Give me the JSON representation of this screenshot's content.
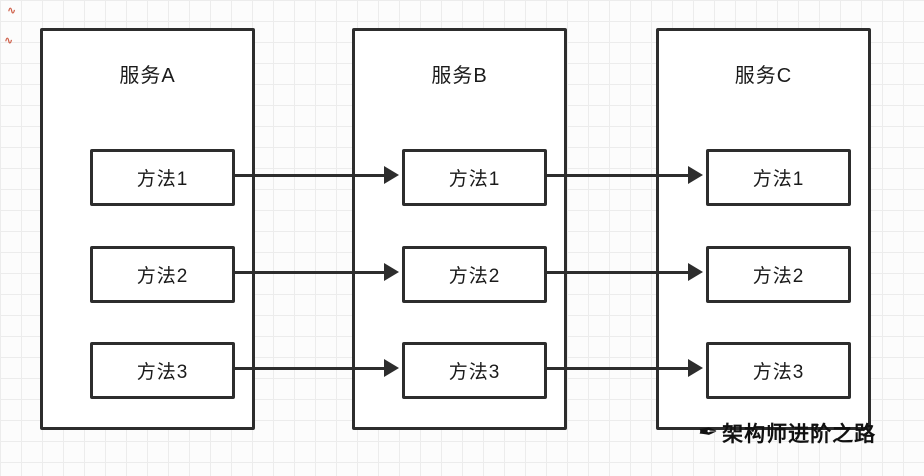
{
  "diagram": {
    "services": [
      {
        "name": "服务A",
        "methods": [
          "方法1",
          "方法2",
          "方法3"
        ]
      },
      {
        "name": "服务B",
        "methods": [
          "方法1",
          "方法2",
          "方法3"
        ]
      },
      {
        "name": "服务C",
        "methods": [
          "方法1",
          "方法2",
          "方法3"
        ]
      }
    ],
    "watermark": {
      "icon": "✒",
      "text": "架构师进阶之路"
    },
    "corner_marks": [
      "∿",
      "∿"
    ],
    "colors": {
      "border": "#2d2d2d",
      "box_background": "#ffffff",
      "grid_line": "#ececec",
      "text": "#1a1a1a",
      "watermark_text": "#111111"
    }
  }
}
